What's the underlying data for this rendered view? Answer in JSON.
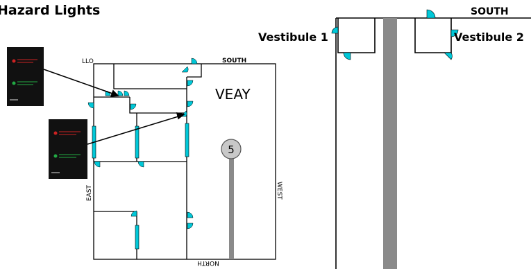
{
  "slide": {
    "title": "Hazard Lights"
  },
  "floorplan": {
    "room_name": "VEAY",
    "labels": {
      "llo": "LLO",
      "south": "SOUTH",
      "east": "EAST",
      "west": "WEST",
      "north": "NORTH"
    },
    "marker": "5"
  },
  "detail": {
    "vestibule_1": "Vestibule 1",
    "vestibule_2": "Vestibule 2",
    "south": "SOUTH"
  },
  "colors": {
    "door": "#00c8d8",
    "corridor": "#8a8a8a",
    "marker_fill": "#c8c8c8",
    "sign_bg": "#111111",
    "sign_red": "#cc2222",
    "sign_green": "#22aa44"
  }
}
